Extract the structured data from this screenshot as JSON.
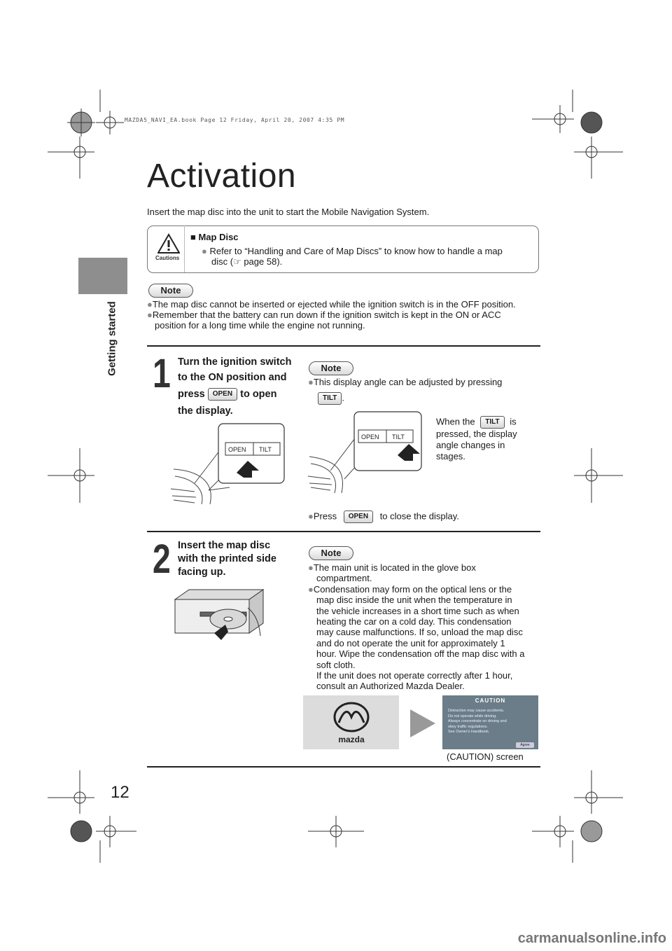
{
  "meta": {
    "file_stamp": "MAZDA5_NAVI_EA.book  Page 12  Friday, April 20, 2007  4:35 PM"
  },
  "side_tab": {
    "label": "Getting started"
  },
  "page_number": "12",
  "title": "Activation",
  "intro": "Insert the map disc into the unit to start the Mobile Navigation System.",
  "caution": {
    "icon_label": "Cautions",
    "heading": "■ Map Disc",
    "bullet_line1": "Refer to “Handling and Care of Map Discs” to know how to handle a map",
    "bullet_line2": "disc (",
    "bullet_line2_end": " page 58)."
  },
  "note_label": "Note",
  "general_notes": {
    "line1": "The map disc cannot be inserted or ejected while the ignition switch is in the OFF position.",
    "line2": "Remember that the battery can run down if the ignition switch is kept in the ON or ACC",
    "line3": "position for a long time while the engine not running."
  },
  "step1": {
    "number": "1",
    "line1": "Turn the ignition switch",
    "line2": "to the ON position and",
    "line3a": "press",
    "key": "OPEN",
    "line3b": "to open",
    "line4": "the display.",
    "illus_open": "OPEN",
    "illus_tilt": "TILT",
    "note_text": "This display angle can be adjusted by pressing",
    "note_key": "TILT",
    "note_period": ".",
    "side_text1": "When the",
    "side_key": "TILT",
    "side_text2": "is",
    "side_text3": "pressed, the display",
    "side_text4": "angle changes in",
    "side_text5": "stages.",
    "press_text": "Press",
    "press_key": "OPEN",
    "press_text2": "to close the display."
  },
  "step2": {
    "number": "2",
    "line1": "Insert the map disc",
    "line2": "with the printed side",
    "line3": "facing up.",
    "notes": [
      "The main unit is located in the glove box",
      "compartment.",
      "Condensation may form on the optical lens or the",
      "map disc inside the unit when the temperature in",
      "the vehicle increases in a short time such as when",
      "heating the car on a cold day. This condensation",
      "may cause malfunctions. If so, unload the map disc",
      "and do not operate the unit for approximately 1",
      "hour. Wipe the condensation off the map disc with a",
      "soft cloth.",
      "If the unit does not operate correctly after 1 hour,",
      "consult an Authorized Mazda Dealer."
    ],
    "mazda_word": "mazda",
    "caution_screen": {
      "title": "CAUTION",
      "lines": [
        "Distraction may cause accidents.",
        "Do not operate while driving.",
        "Always concentrate on driving and",
        "obey traffic regulations.",
        "See Owner's Handbook."
      ],
      "button": "Agree"
    },
    "caption": "(CAUTION) screen"
  },
  "watermark": "carmanualsonline.info",
  "colors": {
    "tab": "#8e8e8e",
    "rule": "#222222",
    "bullet": "#888888"
  }
}
